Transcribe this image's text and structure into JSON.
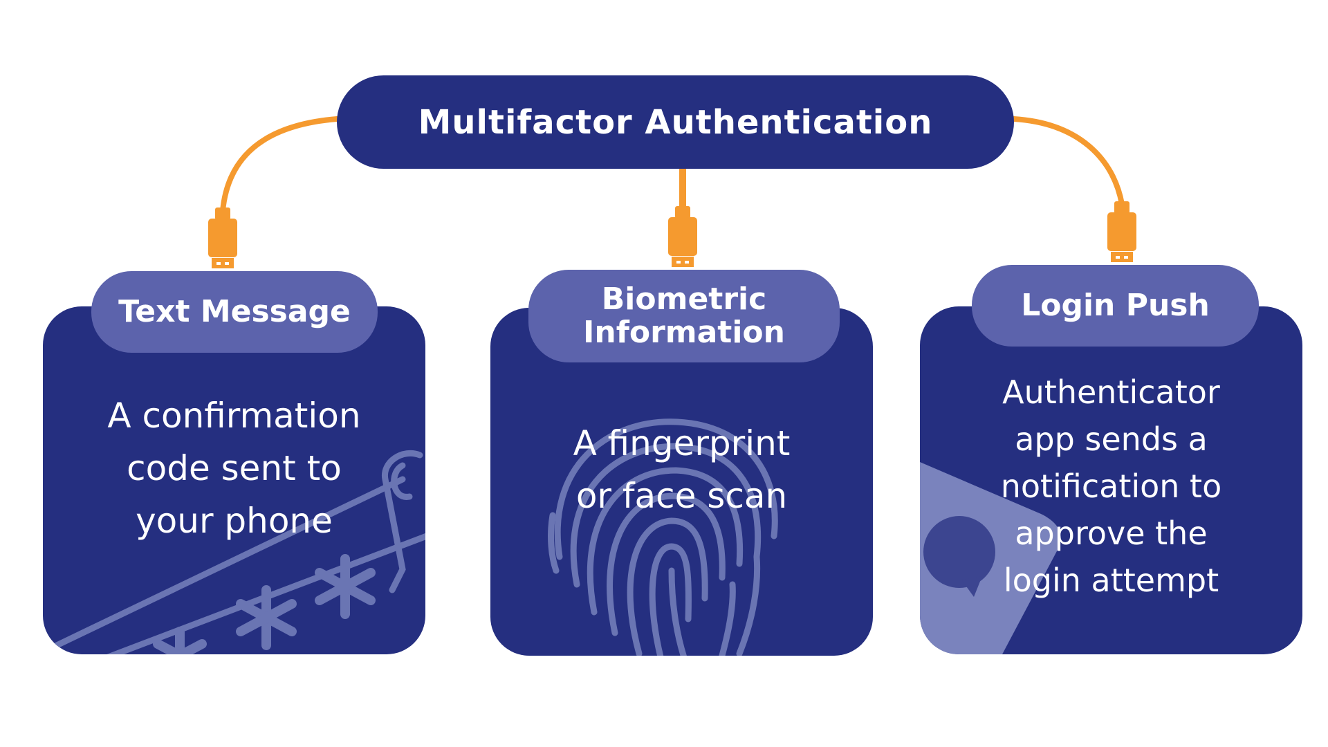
{
  "title": "Multifactor Authentication",
  "colors": {
    "navy": "#252f80",
    "pill": "#5c63ac",
    "connector": "#f59a2f",
    "decoration": "#6a75b3"
  },
  "factors": [
    {
      "label": "Text Message",
      "description": "A confirmation\ncode sent to\nyour phone",
      "icon": "password-phone-icon"
    },
    {
      "label": "Biometric\nInformation",
      "description": "A fingerprint\nor face scan",
      "icon": "fingerprint-icon"
    },
    {
      "label": "Login Push",
      "description": "Authenticator\napp sends a\nnotification to\napprove the\nlogin attempt",
      "icon": "chat-bubble-icon"
    }
  ]
}
